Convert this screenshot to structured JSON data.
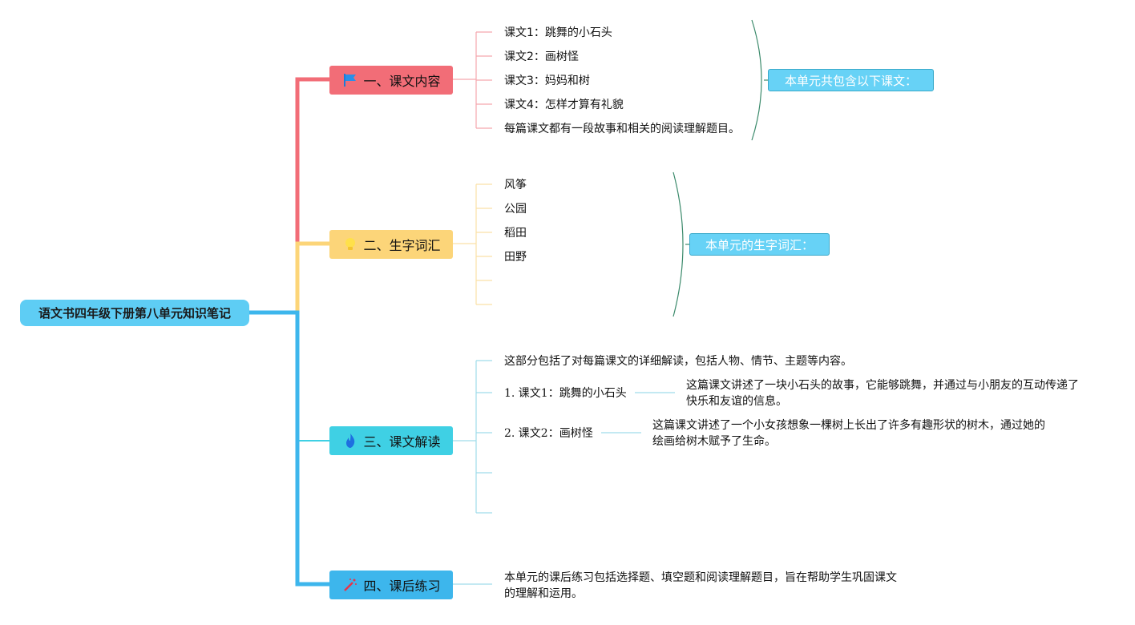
{
  "root": {
    "title": "语文书四年级下册第八单元知识笔记"
  },
  "colors": {
    "red": "#f26d77",
    "yellow": "#fcd579",
    "cyan": "#3fd0e4",
    "blue": "#3db6ec",
    "summary": "#67d2f6"
  },
  "branches": [
    {
      "label": "一、课文内容",
      "icon": "flag-icon",
      "items": [
        "课文1：跳舞的小石头",
        "课文2：画树怪",
        "课文3：妈妈和树",
        "课文4：怎样才算有礼貌",
        "每篇课文都有一段故事和相关的阅读理解题目。"
      ],
      "summary": "本单元共包含以下课文："
    },
    {
      "label": "二、生字词汇",
      "icon": "lightbulb-icon",
      "items": [
        "风筝",
        "公园",
        "稻田",
        "田野",
        "",
        ""
      ],
      "summary": "本单元的生字词汇："
    },
    {
      "label": "三、课文解读",
      "icon": "fire-icon",
      "intro": "这部分包括了对每篇课文的详细解读，包括人物、情节、主题等内容。",
      "lessons": [
        {
          "title": "1. 课文1：跳舞的小石头",
          "detail": "这篇课文讲述了一块小石头的故事，它能够跳舞，并通过与小朋友的互动传递了快乐和友谊的信息。"
        },
        {
          "title": "2. 课文2：画树怪",
          "detail": "这篇课文讲述了一个小女孩想象一棵树上长出了许多有趣形状的树木，通过她的绘画给树木赋予了生命。"
        }
      ]
    },
    {
      "label": "四、课后练习",
      "icon": "magic-wand-icon",
      "items": [
        "本单元的课后练习包括选择题、填空题和阅读理解题目，旨在帮助学生巩固课文的理解和运用。"
      ]
    }
  ]
}
